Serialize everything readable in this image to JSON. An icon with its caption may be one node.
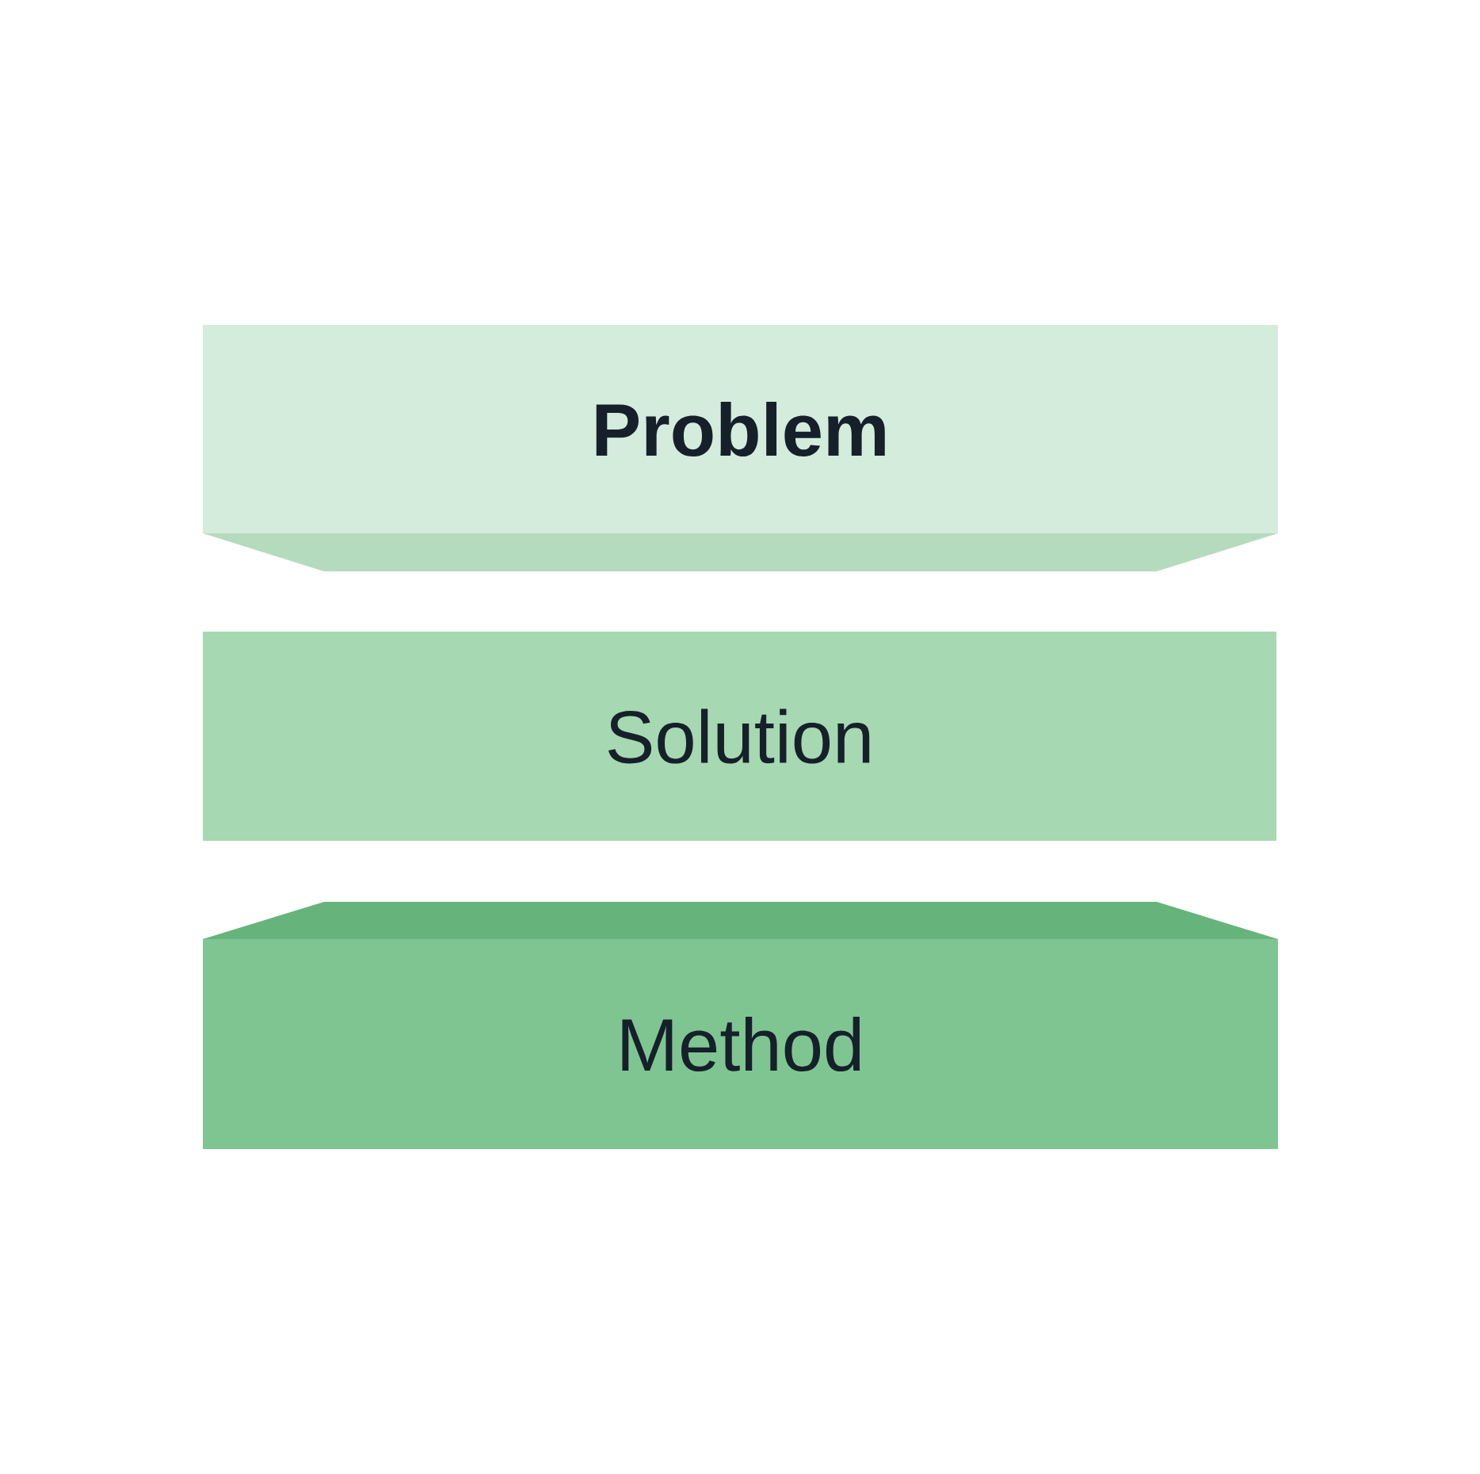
{
  "diagram": {
    "nodes": [
      {
        "text": [
          "Problem"
        ]
      },
      {
        "text": [
          "Solution"
        ]
      },
      {
        "text": [
          "Method"
        ]
      }
    ]
  }
}
